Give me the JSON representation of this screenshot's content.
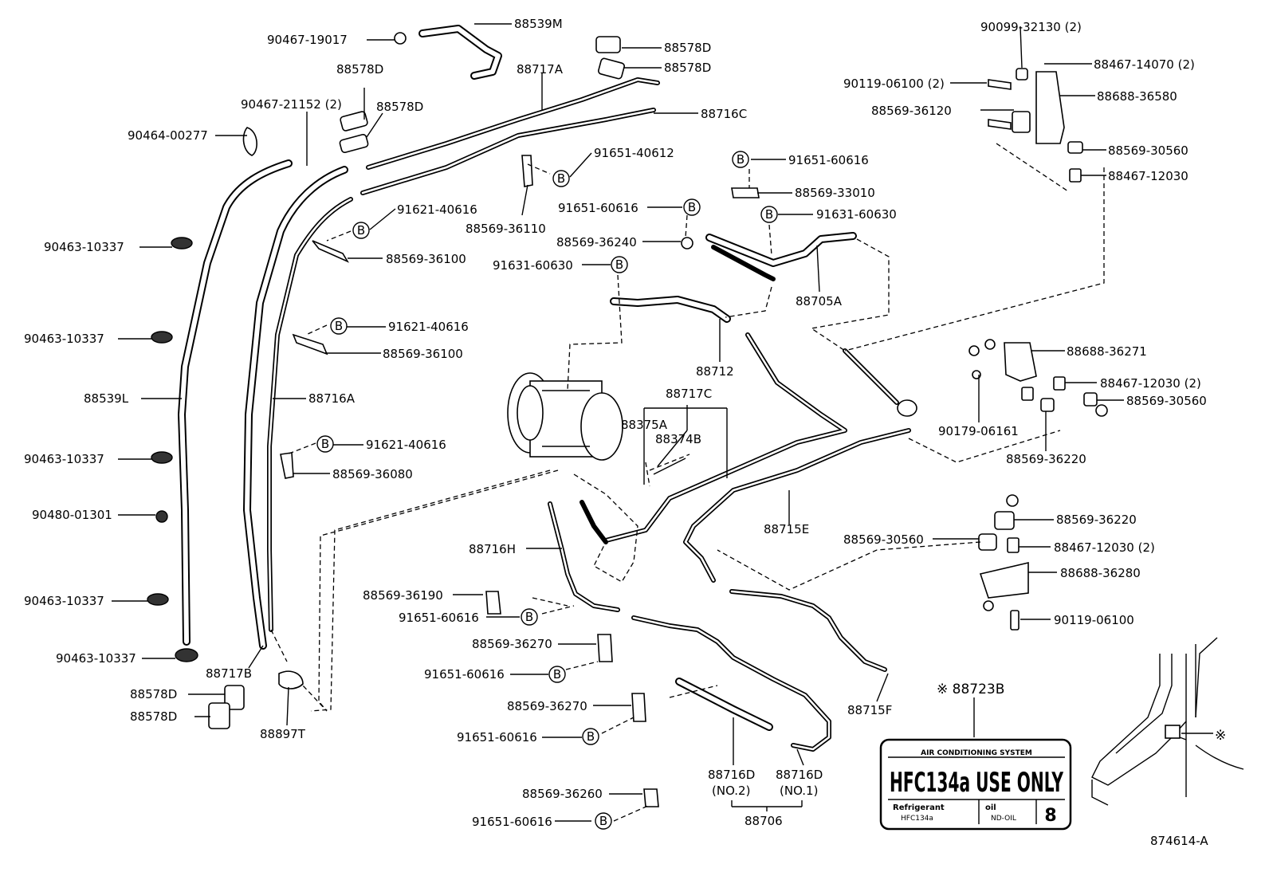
{
  "labels": {
    "p88539M": "88539M",
    "p90467_19017": "90467-19017",
    "p88578D_a": "88578D",
    "p88578D_b": "88578D",
    "p88578D_c": "88578D",
    "p88578D_d": "88578D",
    "p88578D_e": "88578D",
    "p88578D_f": "88578D",
    "p88717A": "88717A",
    "p88716C": "88716C",
    "p90467_21152": "90467-21152 (2)",
    "p90464_00277": "90464-00277",
    "p91651_40612": "91651-40612",
    "p88569_36110": "88569-36110",
    "p91621_40616_a": "91621-40616",
    "p88569_36100_a": "88569-36100",
    "p90463_10337_a": "90463-10337",
    "p90463_10337_b": "90463-10337",
    "p90463_10337_c": "90463-10337",
    "p90463_10337_d": "90463-10337",
    "p90463_10337_e": "90463-10337",
    "p91621_40616_b": "91621-40616",
    "p88569_36100_b": "88569-36100",
    "p88539L": "88539L",
    "p88716A": "88716A",
    "p91621_40616_c": "91621-40616",
    "p88569_36080": "88569-36080",
    "p90480_01301": "90480-01301",
    "p88717B": "88717B",
    "p88897T": "88897T",
    "p91651_60616_a": "91651-60616",
    "p88569_33010": "88569-33010",
    "p91631_60630_a": "91631-60630",
    "p91651_60616_b": "91651-60616",
    "p88569_36240": "88569-36240",
    "p91631_60630_b": "91631-60630",
    "p88705A": "88705A",
    "p88712": "88712",
    "p88717C": "88717C",
    "p88375A": "88375A",
    "p88374B": "88374B",
    "p88715E": "88715E",
    "p88716H": "88716H",
    "p88569_36190": "88569-36190",
    "p91651_60616_c": "91651-60616",
    "p88569_36270_a": "88569-36270",
    "p91651_60616_d": "91651-60616",
    "p88569_36270_b": "88569-36270",
    "p91651_60616_e": "91651-60616",
    "p88569_36260": "88569-36260",
    "p91651_60616_f": "91651-60616",
    "p88716D_a": "88716D",
    "p88716D_b": "88716D",
    "no2": "(NO.2)",
    "no1": "(NO.1)",
    "p88706": "88706",
    "p88715F": "88715F",
    "p90099_32130": "90099-32130 (2)",
    "p88467_14070": "88467-14070 (2)",
    "p90119_06100_a": "90119-06100 (2)",
    "p88688_36580": "88688-36580",
    "p88569_36120": "88569-36120",
    "p88569_30560_a": "88569-30560",
    "p88467_12030_a": "88467-12030",
    "p88688_36271": "88688-36271",
    "p88467_12030_b": "88467-12030 (2)",
    "p88569_30560_b": "88569-30560",
    "p90179_06161": "90179-06161",
    "p88569_36220_a": "88569-36220",
    "p88569_36220_b": "88569-36220",
    "p88569_30560_c": "88569-30560",
    "p88467_12030_c": "88467-12030 (2)",
    "p88688_36280": "88688-36280",
    "p90119_06100_b": "90119-06100",
    "p88723B": "※ 88723B",
    "mark": "※",
    "drawing_no": "874614-A",
    "b_marker": "B"
  },
  "ac_label": {
    "header": "AIR CONDITIONING SYSTEM",
    "main": "HFC134a USE ONLY",
    "refrigerant_head": "Refrigerant",
    "refrigerant_val": "HFC134a",
    "oil_head": "oil",
    "oil_val": "ND-OIL",
    "oil_num": "8"
  }
}
